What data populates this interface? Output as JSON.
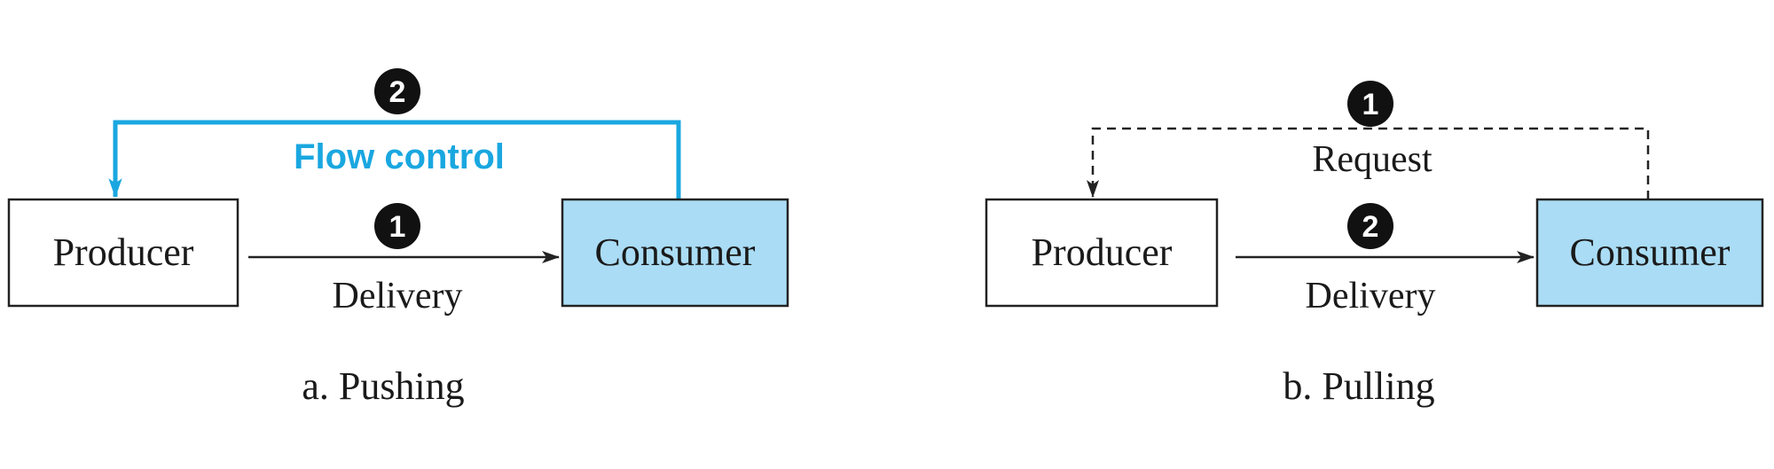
{
  "colors": {
    "accent_blue": "#1aa7e0",
    "consumer_fill": "#aadcf5",
    "line_dark": "#222222",
    "text_dark": "#1a1a1a",
    "badge_fill": "#111111"
  },
  "pushing": {
    "producer_label": "Producer",
    "consumer_label": "Consumer",
    "delivery_step": "1",
    "delivery_label": "Delivery",
    "flow_step": "2",
    "flow_label": "Flow control",
    "caption": "a. Pushing"
  },
  "pulling": {
    "producer_label": "Producer",
    "consumer_label": "Consumer",
    "request_step": "1",
    "request_label": "Request",
    "delivery_step": "2",
    "delivery_label": "Delivery",
    "caption": "b. Pulling"
  }
}
